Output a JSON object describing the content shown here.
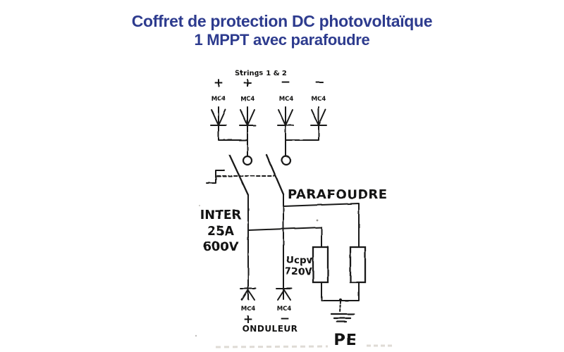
{
  "header": {
    "title_line1": "Coffret de protection DC photovoltaïque",
    "title_line2": "1 MPPT avec parafoudre",
    "title_color": "#2d3b8e"
  },
  "schematic": {
    "ink_color": "#1d1d1b",
    "strings_label": "Strings 1 & 2",
    "inputs": {
      "polarities": [
        "+",
        "+",
        "−",
        "−"
      ],
      "connector_labels": [
        "MC4",
        "MC4",
        "MC4",
        "MC4"
      ]
    },
    "switch_label": {
      "line1": "INTER",
      "line2": "25A",
      "line3": "600V"
    },
    "surge_protector_label": "PARAFOUDRE",
    "surge_voltage": {
      "line1": "Ucpv",
      "line2": "720V"
    },
    "outputs": {
      "connector_labels": [
        "MC4",
        "MC4"
      ],
      "polarities": [
        "+",
        "−"
      ],
      "label": "ONDULEUR"
    },
    "earth_label": "PE"
  }
}
